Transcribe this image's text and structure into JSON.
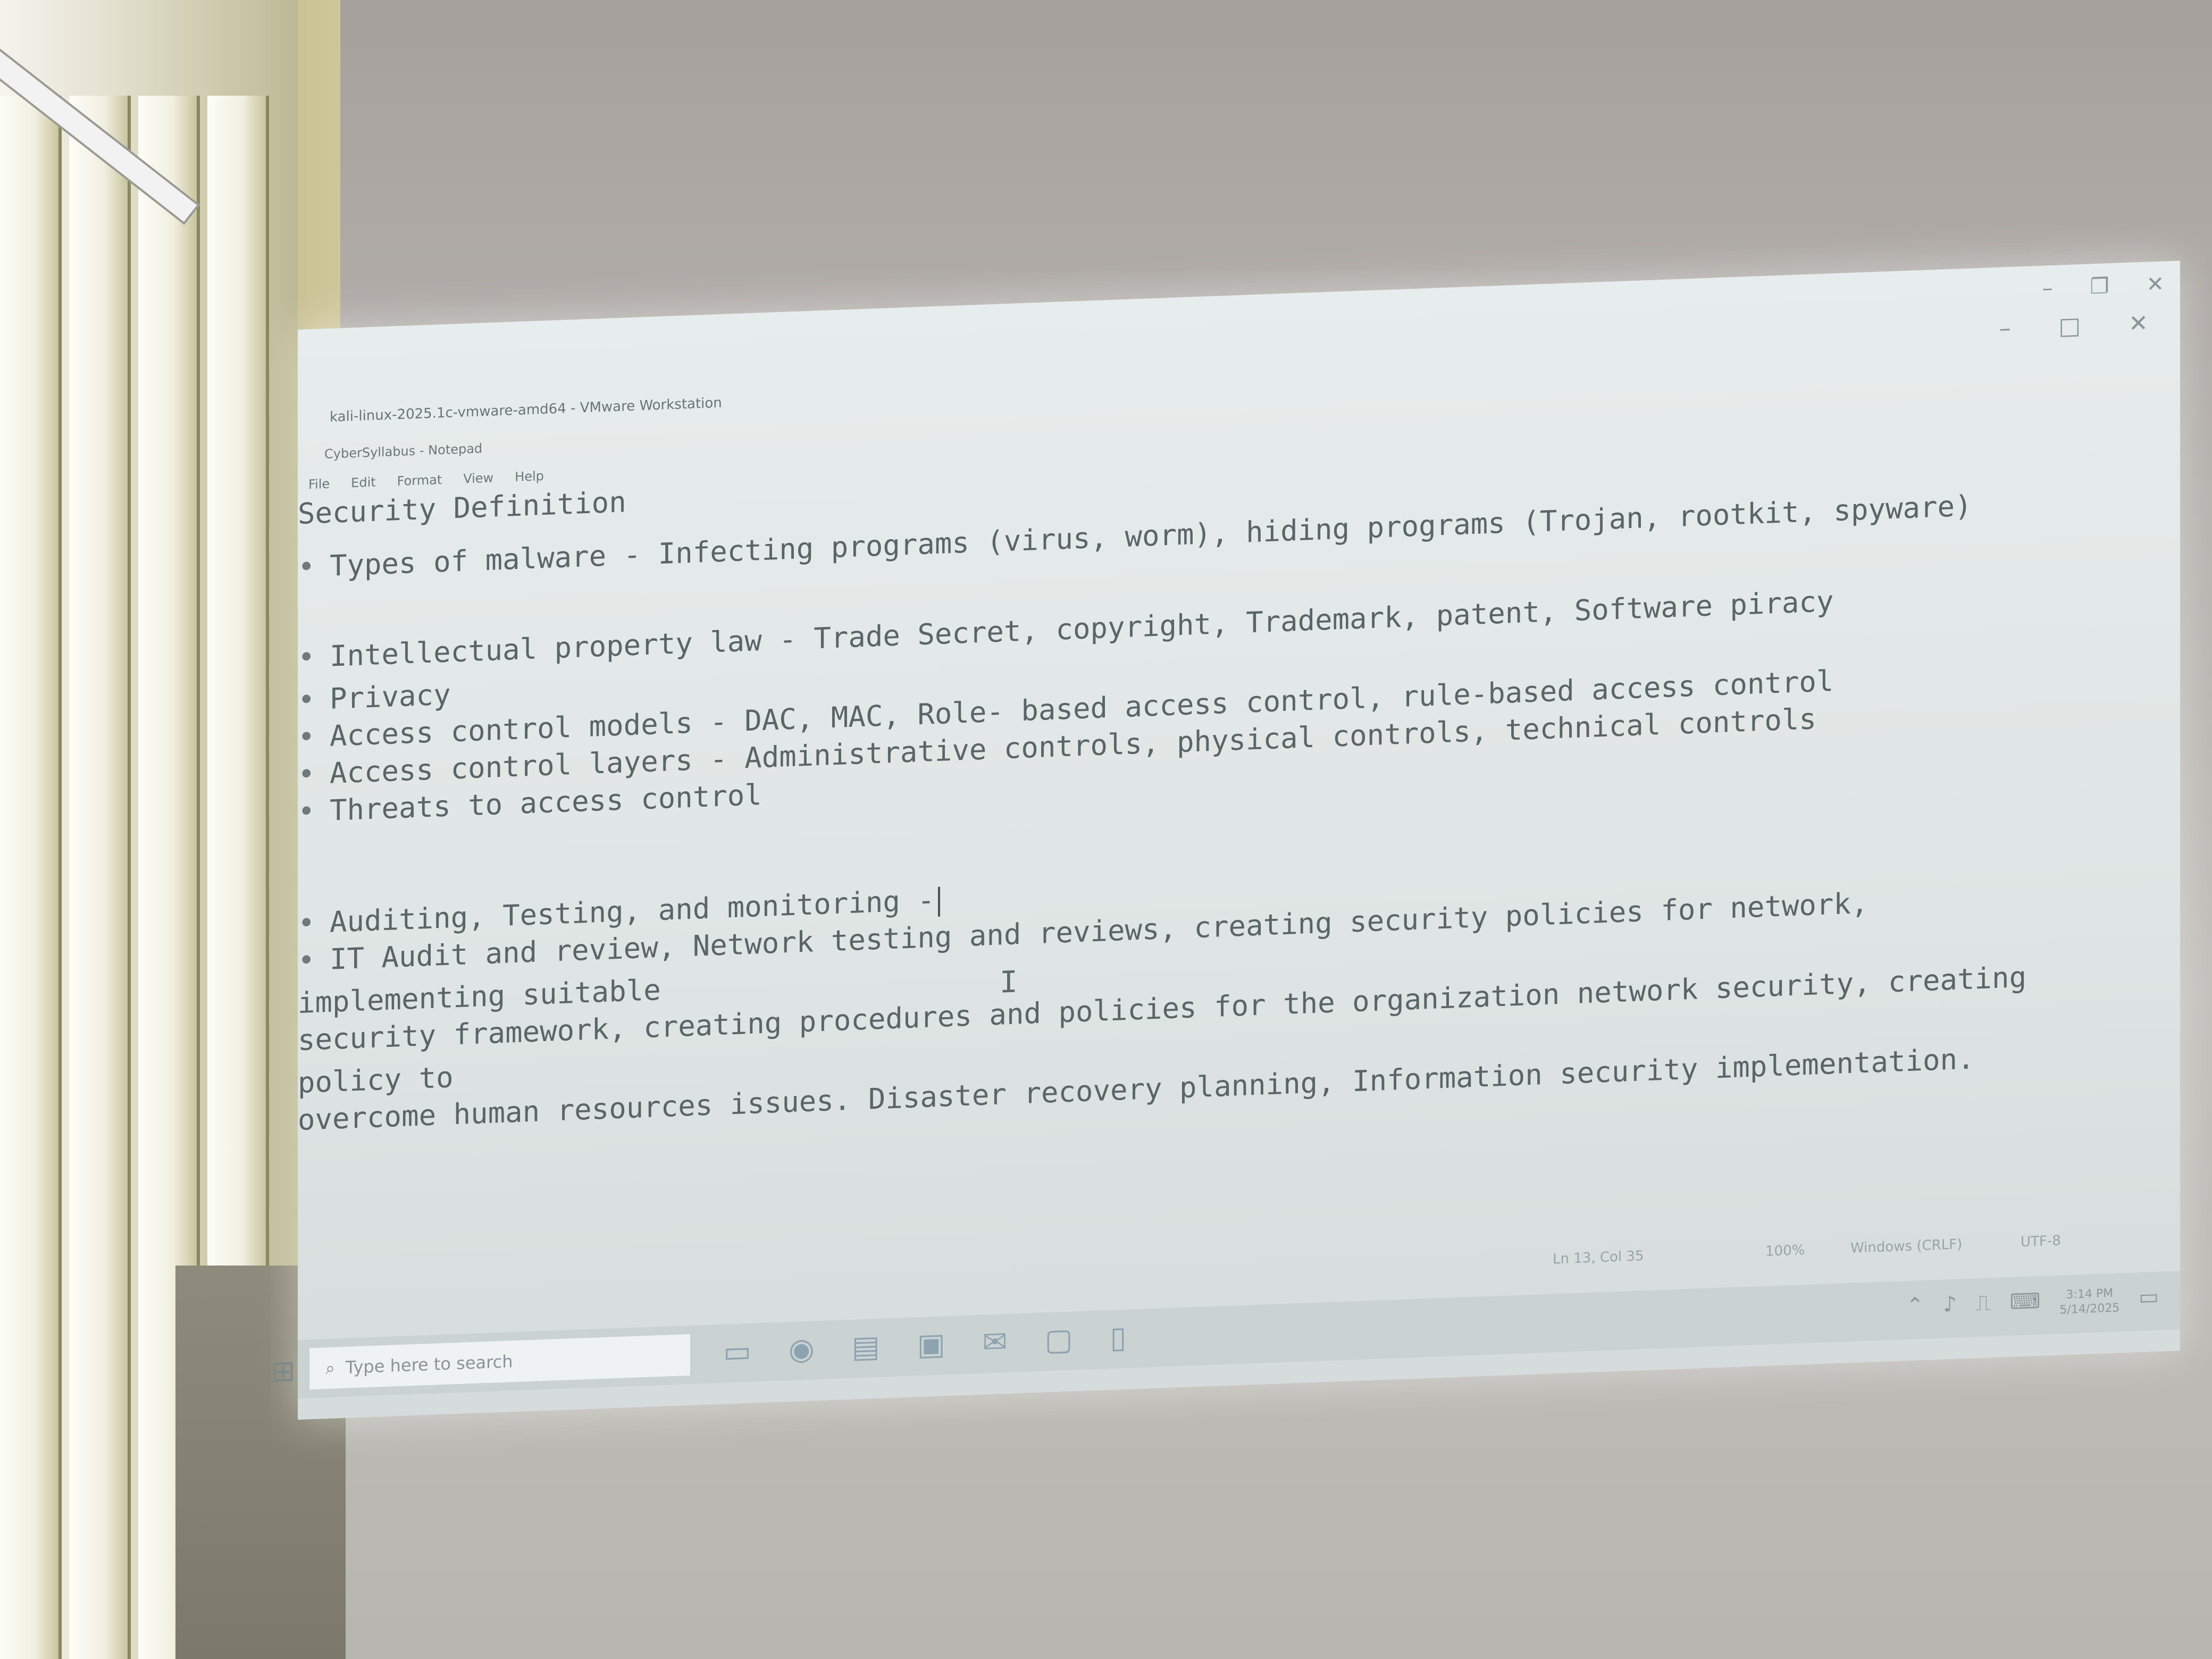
{
  "vm_window": {
    "title": "kali-linux-2025.1c-vmware-amd64 - VMware Workstation"
  },
  "notepad": {
    "title": "CyberSyllabus - Notepad",
    "menu": [
      "File",
      "Edit",
      "Format",
      "View",
      "Help"
    ],
    "lines": [
      "Security Definition",
      "Types of malware - Infecting programs (virus, worm), hiding programs (Trojan, rootkit, spyware)",
      "Intellectual property law - Trade Secret, copyright, Trademark, patent, Software piracy",
      "Privacy",
      "Access control models - DAC, MAC, Role- based access control, rule-based access control",
      "Access control layers - Administrative controls, physical controls, technical controls",
      "Threats to access control",
      "Auditing, Testing, and monitoring -",
      "IT Audit and review, Network testing and reviews, creating security policies for network,",
      "implementing suitable",
      "security framework, creating procedures and policies for the organization network security, creating",
      "policy to",
      "overcome human resources issues. Disaster recovery planning, Information security implementation."
    ],
    "status": {
      "position": "Ln 13, Col 35",
      "zoom": "100%",
      "line_ending": "Windows (CRLF)",
      "encoding": "UTF-8"
    }
  },
  "taskbar": {
    "search_placeholder": "Type here to search",
    "icons": [
      "task-view-icon",
      "edge-icon",
      "file-explorer-icon",
      "store-icon",
      "mail-icon",
      "app-icon",
      "notepad-icon"
    ],
    "clock_time": "3:14 PM",
    "clock_date": "5/14/2025"
  }
}
